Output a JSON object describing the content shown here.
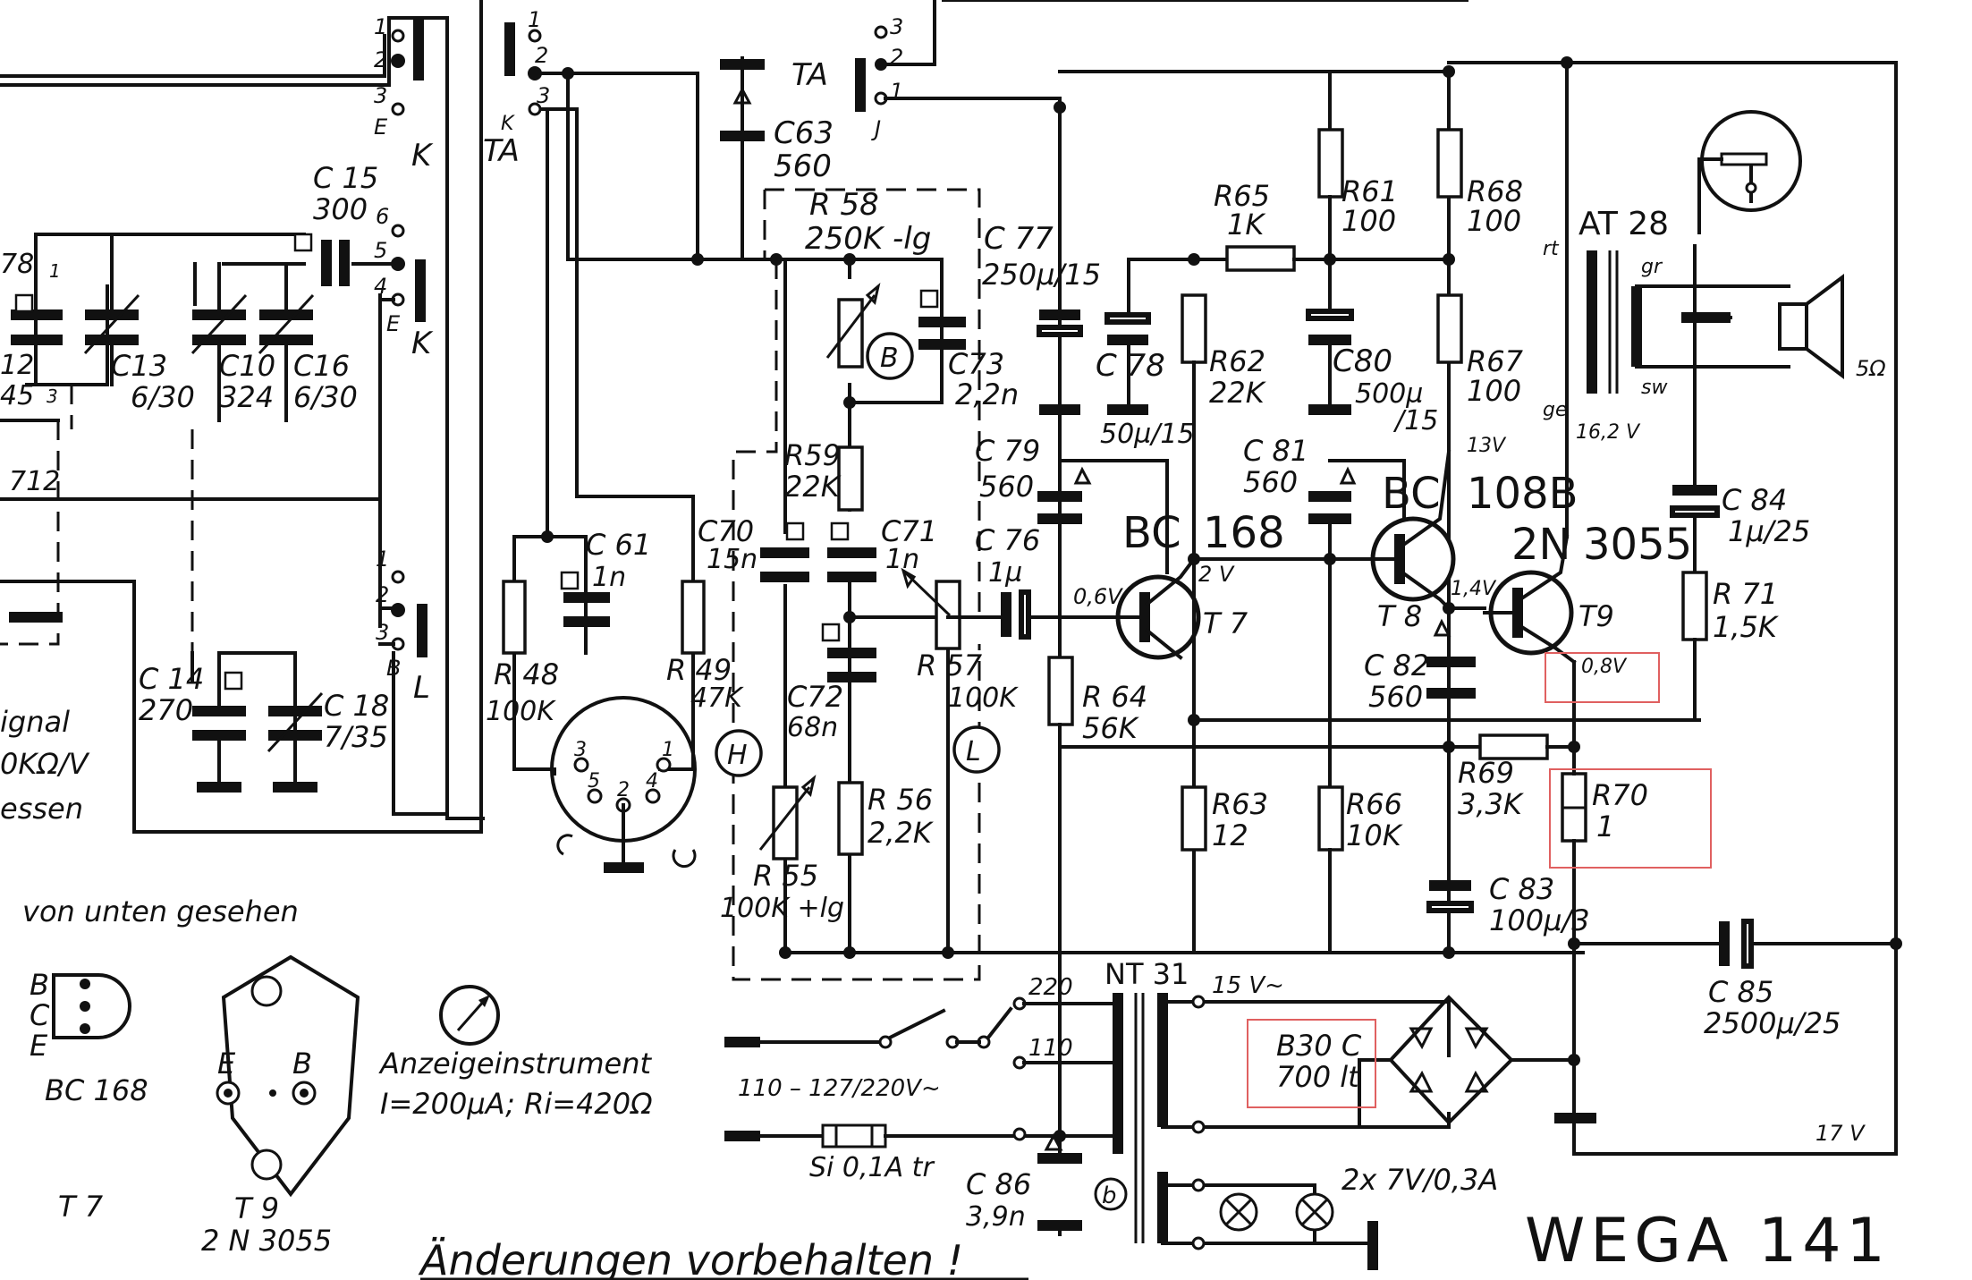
{
  "labels": {
    "c78": "78",
    "c12": "12",
    "c45": "45",
    "c712": "712",
    "c13": "C13",
    "c13v": "6/30",
    "c10": "C10",
    "c10v": "324",
    "c16": "C16",
    "c16v": "6/30",
    "c15": "C 15",
    "c15v": "300",
    "c14": "C 14",
    "c14v": "270",
    "c18": "C 18",
    "c18v": "7/35",
    "signal": "ignal",
    "signal2": "0KΩ/V",
    "signal3": "essen",
    "sw1_1": "1",
    "sw1_2": "2",
    "sw1_3": "3",
    "sw1_E": "E",
    "sw1_K": "K",
    "sw2_5": "5",
    "sw2_6": "6",
    "sw2_4": "4",
    "sw2_E": "E",
    "sw2_K": "K",
    "sw3_1": "1",
    "sw3_2": "2",
    "sw3_3": "3",
    "sw3_B": "B",
    "sw3_L": "L",
    "sw4_1": "1",
    "sw4_2": "2",
    "sw4_3": "3",
    "sw4_K": "K",
    "sw4_TA": "TA",
    "c63": "C63",
    "c63v": "560",
    "ta": "TA",
    "ta_3": "3",
    "ta_2": "2",
    "ta_1": "1",
    "ta_J": "J",
    "r58": "R 58",
    "r58v": "250K -lg",
    "c77": "C 77",
    "c77v": "250µ/15",
    "r65": "R65",
    "r65v": "1K",
    "r61": "R61",
    "r61v": "100",
    "r68": "R68",
    "r68v": "100",
    "at28": "AT 28",
    "rt": "rt",
    "gr": "gr",
    "sw": "sw",
    "ge": "ge",
    "ohm5": "5Ω",
    "v162": "16,2 V",
    "c73": "C73",
    "c73v": "2,2n",
    "c78b": "C 78",
    "c78bv": "50µ/15",
    "r62": "R62",
    "r62v": "22K",
    "c80": "C80",
    "c80v": "500µ",
    "c80v2": "/15",
    "r67": "R67",
    "r67v": "100",
    "v13": "13V",
    "c61": "C 61",
    "c61v": "1n",
    "r48": "R 48",
    "r48v": "100K",
    "r49": "R 49",
    "r49v": "47K",
    "c70": "C70",
    "c70v": "15n",
    "r59": "R59",
    "r59v": "22K",
    "c71": "C71",
    "c71v": "1n",
    "c79": "C 79",
    "c79v": "560",
    "c81": "C 81",
    "c81v": "560",
    "bc108": "BC",
    "bc108b": "108B",
    "bc168": "BC",
    "bc168b": "168",
    "t2n": "2N",
    "t3055": "3055",
    "c84": "C 84",
    "c84v": "1µ/25",
    "c76": "C 76",
    "c76v": "1µ",
    "v06": "0,6V",
    "v2": "2 V",
    "v14": "1,4V",
    "t7": "T 7",
    "t8": "T 8",
    "t9": "T9",
    "v08": "0,8V",
    "r71": "R 71",
    "r71v": "1,5K",
    "c72": "C72",
    "c72v": "68n",
    "r57": "R 57",
    "r57v": "100K",
    "r64": "R 64",
    "r64v": "56K",
    "c82": "C 82",
    "c82v": "560",
    "r55": "R 55",
    "r55v": "100K +lg",
    "r56": "R 56",
    "r56v": "2,2K",
    "r63": "R63",
    "r63v": "12",
    "r66": "R66",
    "r66v": "10K",
    "r69": "R69",
    "r69v": "3,3K",
    "r70": "R70",
    "r70v": "1",
    "c83": "C 83",
    "c83v": "100µ/3",
    "c85": "C 85",
    "c85v": "2500µ/25",
    "H": "H",
    "L": "L",
    "B": "B",
    "b": "b",
    "din3": "3",
    "din5": "5",
    "din2": "2",
    "din4": "4",
    "din1": "1",
    "untenGesehen": "von unten gesehen",
    "pinB": "B",
    "pinC": "C",
    "pinE": "E",
    "bc168name": "BC 168",
    "t7name": "T 7",
    "t9E": "E",
    "t9B": "B",
    "t9name": "T 9",
    "t9type": "2 N 3055",
    "meterTitle": "Anzeigeinstrument",
    "meterSpec": "I=200µA; Ri=420Ω",
    "nt31": "NT 31",
    "v220": "220",
    "v110": "110",
    "mains": "110 – 127/220V~",
    "v15": "15 V~",
    "b30c": "B30 C",
    "b30cv": "700 lt",
    "fuse": "Si  0,1A tr",
    "c86": "C 86",
    "c86v": "3,9n",
    "v17": "17 V",
    "lamps": "2x 7V/0,3A",
    "note": "Änderungen  vorbehalten !",
    "model": "WEGA  141"
  }
}
